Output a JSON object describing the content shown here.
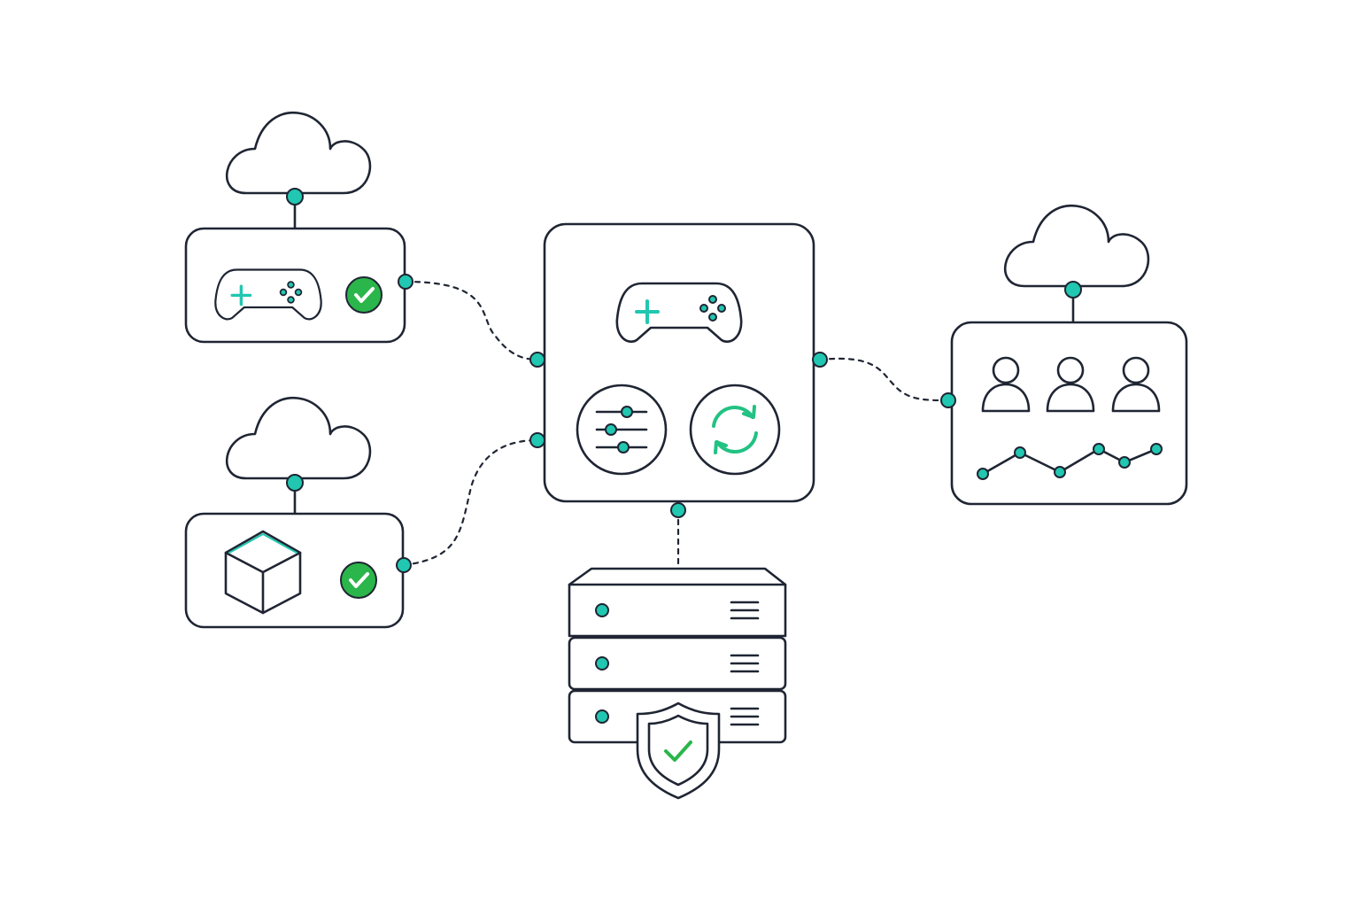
{
  "colors": {
    "stroke": "#1f2533",
    "accent": "#21c7b0",
    "success": "#2ab64a",
    "sync": "#22c283",
    "background": "#ffffff"
  },
  "nodes": {
    "cloud_top_left": {
      "icon": "cloud-icon"
    },
    "cloud_mid_left": {
      "icon": "cloud-icon"
    },
    "cloud_right": {
      "icon": "cloud-icon"
    },
    "game_client": {
      "icons": [
        "gamepad-icon",
        "check-circle-icon"
      ],
      "status": "ok"
    },
    "asset_client": {
      "icons": [
        "cube-icon",
        "check-circle-icon"
      ],
      "status": "ok"
    },
    "game_hub": {
      "icons": [
        "gamepad-icon",
        "sliders-icon",
        "sync-icon"
      ]
    },
    "players_panel": {
      "icons": [
        "user-icon",
        "user-icon",
        "user-icon",
        "line-chart-icon"
      ],
      "user_count": 3
    },
    "server_stack": {
      "icons": [
        "server-icon",
        "shield-check-icon"
      ],
      "units": 3
    }
  },
  "edges": [
    {
      "from": "cloud_top_left",
      "to": "game_client",
      "style": "solid"
    },
    {
      "from": "cloud_mid_left",
      "to": "asset_client",
      "style": "solid"
    },
    {
      "from": "cloud_right",
      "to": "players_panel",
      "style": "solid"
    },
    {
      "from": "game_client",
      "to": "game_hub",
      "style": "dashed"
    },
    {
      "from": "asset_client",
      "to": "game_hub",
      "style": "dashed"
    },
    {
      "from": "game_hub",
      "to": "players_panel",
      "style": "dashed"
    },
    {
      "from": "game_hub",
      "to": "server_stack",
      "style": "dashed"
    }
  ]
}
